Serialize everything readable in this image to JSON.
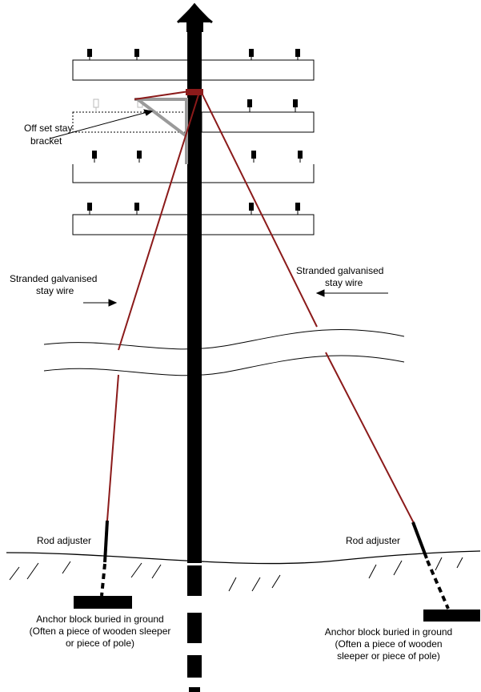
{
  "labels": {
    "bracket_line1": "Off set stay",
    "bracket_line2": "bracket",
    "left_wire_line1": "Stranded galvanised",
    "left_wire_line2": "stay wire",
    "right_wire_line1": "Stranded galvanised",
    "right_wire_line2": "stay wire",
    "left_adjuster": "Rod adjuster",
    "right_adjuster": "Rod adjuster",
    "left_anchor_line1": "Anchor block buried in ground",
    "left_anchor_line2": "(Often a piece of wooden sleeper",
    "left_anchor_line3": "or piece of pole)",
    "right_anchor_line1": "Anchor block buried in ground",
    "right_anchor_line2": "(Often a piece of wooden",
    "right_anchor_line3": "sleeper or piece of pole)"
  },
  "colors": {
    "stay_wire": "#8b1a1a",
    "bracket": "#9a9a9a",
    "pole": "#000000"
  }
}
